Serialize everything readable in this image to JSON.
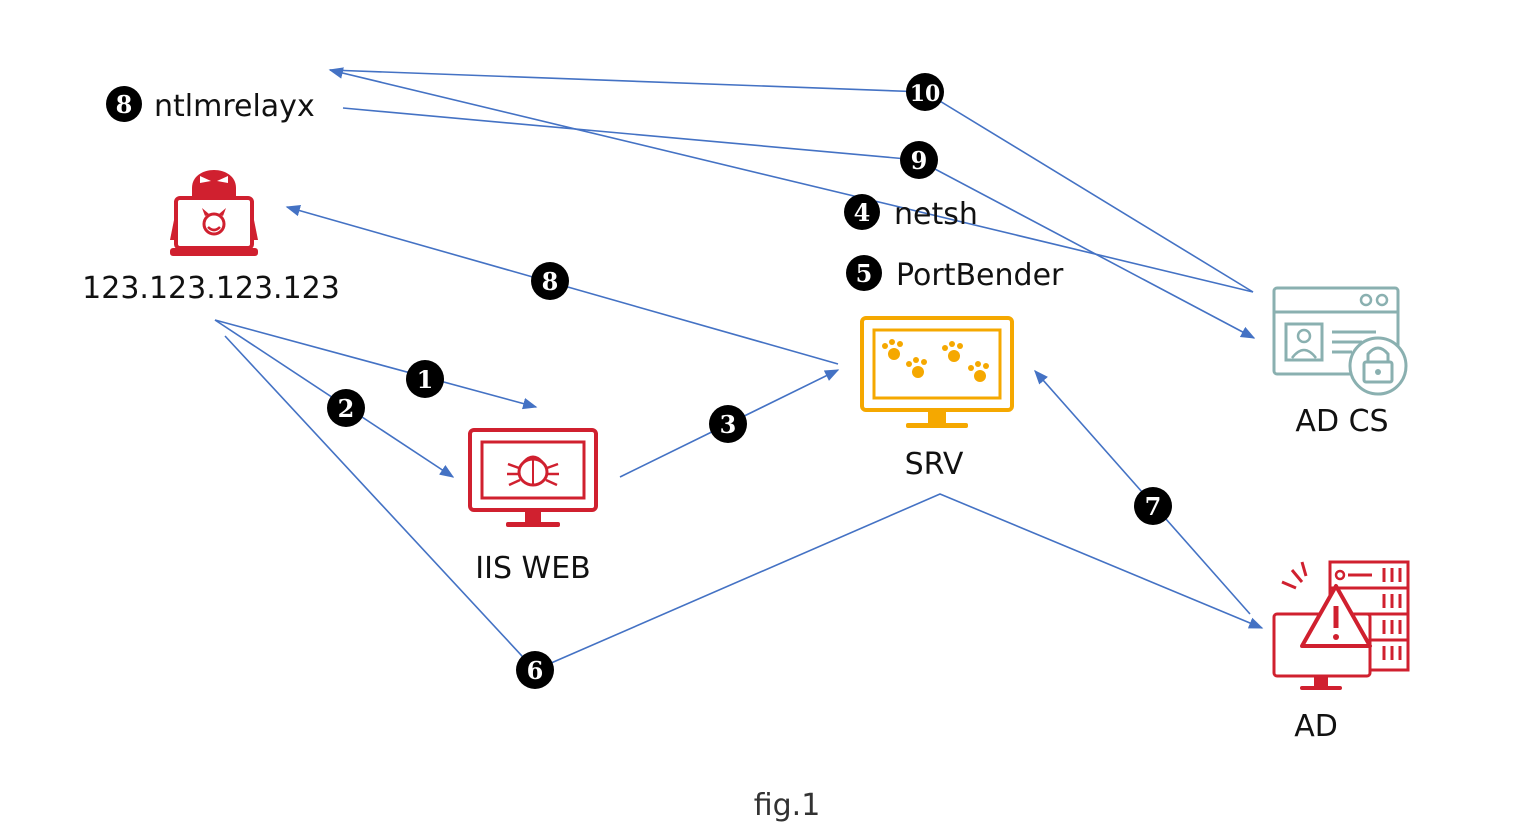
{
  "nodes": {
    "attacker_label": "123.123.123.123",
    "iis_web_label": "IIS WEB",
    "srv_label": "SRV",
    "adcs_label": "AD CS",
    "ad_label": "AD"
  },
  "steps": {
    "s1": "1",
    "s2": "2",
    "s3": "3",
    "s4": "4",
    "s5": "5",
    "s6": "6",
    "s7": "7",
    "s8": "8",
    "s8_top": "8",
    "s9": "9",
    "s10": "10"
  },
  "tools": {
    "ntlmrelayx": "ntlmrelayx",
    "netsh": "netsh",
    "portbender": "PortBender"
  },
  "caption": "fig.1",
  "colors": {
    "arrow": "#4472C4",
    "attacker_red": "#D0202F",
    "srv_yellow": "#F5A800",
    "adcs_teal": "#8AB0B0",
    "badge": "#000000"
  },
  "icons": {
    "attacker": "hacker-icon",
    "iis_web": "bug-monitor-icon",
    "srv": "paw-monitor-icon",
    "adcs": "certificate-lock-icon",
    "ad": "server-warning-icon"
  }
}
